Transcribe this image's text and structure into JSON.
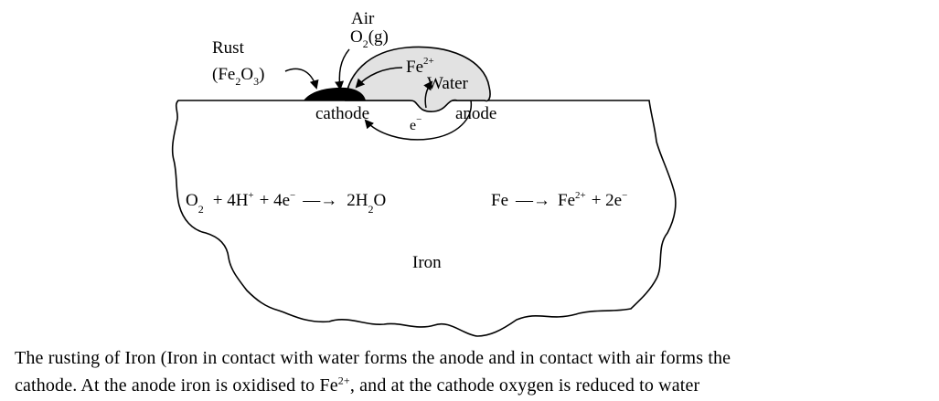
{
  "labels": {
    "air": "Air",
    "o2_main": "O",
    "o2_sub": "2",
    "o2_state": "(g)",
    "rust": "Rust",
    "rust_formula_open": "(Fe",
    "rust_sub1": "2",
    "rust_mid": "O",
    "rust_sub2": "3",
    "rust_close": ")",
    "fe_ion": "Fe",
    "fe_ion_sup": "2+",
    "water": "Water",
    "cathode": "cathode",
    "anode": "anode",
    "electron": "e",
    "electron_sup": "−",
    "iron": "Iron"
  },
  "equations": {
    "cathode_reaction": {
      "o": "O",
      "o_sub": "2",
      "plus_h": "+ 4H",
      "h_sup": "+",
      "plus_e": "+ 4e",
      "e_sup": "−",
      "arrow": "—→",
      "product": "2H",
      "product_sub": "2",
      "product_end": "O"
    },
    "anode_reaction": {
      "reactant": "Fe",
      "arrow": "—→",
      "product": "Fe",
      "product_sup": "2+",
      "plus_e": "+ 2e",
      "e_sup": "−"
    }
  },
  "caption": {
    "line1": "The rusting of Iron (Iron in contact with water forms the anode and in contact  with air  forms the",
    "line2_start": "cathode. At the anode iron is oxidised to Fe",
    "line2_sup": "2+",
    "line2_end": ", and at the cathode oxygen is reduced to water"
  }
}
